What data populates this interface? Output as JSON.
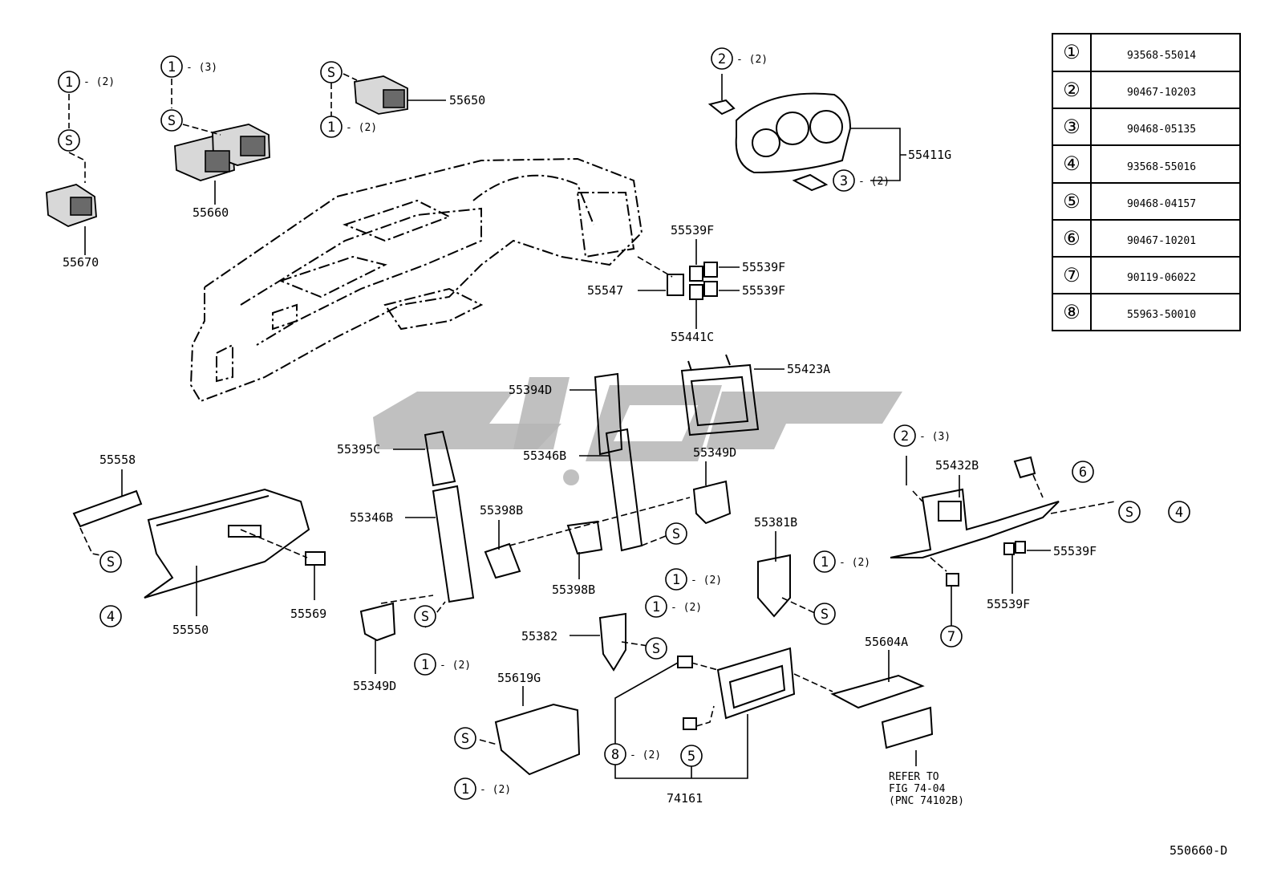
{
  "diagram": {
    "figure_code": "550660-D",
    "reference_note": [
      "REFER TO",
      "FIG 74-04",
      "(PNC 74102B)"
    ],
    "fastener_table": [
      {
        "ref": "①",
        "part_no": "93568-55014"
      },
      {
        "ref": "②",
        "part_no": "90467-10203"
      },
      {
        "ref": "③",
        "part_no": "90468-05135"
      },
      {
        "ref": "④",
        "part_no": "93568-55016"
      },
      {
        "ref": "⑤",
        "part_no": "90468-04157"
      },
      {
        "ref": "⑥",
        "part_no": "90467-10201"
      },
      {
        "ref": "⑦",
        "part_no": "90119-06022"
      },
      {
        "ref": "⑧",
        "part_no": "55963-50010"
      }
    ],
    "symbols": {
      "s": "S",
      "one": "1",
      "two": "2",
      "three": "3",
      "four": "4",
      "five": "5",
      "six": "6",
      "seven": "7",
      "eight": "8"
    },
    "qty": {
      "q2": "- (2)",
      "q3": "- (3)"
    },
    "parts": {
      "p55670": "55670",
      "p55660": "55660",
      "p55650": "55650",
      "p55411G": "55411G",
      "p55539F_a": "55539F",
      "p55539F_b": "55539F",
      "p55539F_c": "55539F",
      "p55547": "55547",
      "p55441C": "55441C",
      "p55423A": "55423A",
      "p55394D": "55394D",
      "p55395C": "55395C",
      "p55346B_a": "55346B",
      "p55346B_b": "55346B",
      "p55349D_a": "55349D",
      "p55349D_b": "55349D",
      "p55558": "55558",
      "p55550": "55550",
      "p55569": "55569",
      "p55398B_a": "55398B",
      "p55398B_b": "55398B",
      "p55381B": "55381B",
      "p55382": "55382",
      "p55432B": "55432B",
      "p55539F_d": "55539F",
      "p55539F_e": "55539F",
      "p55604A": "55604A",
      "p55619G": "55619G",
      "p74161": "74161"
    }
  }
}
